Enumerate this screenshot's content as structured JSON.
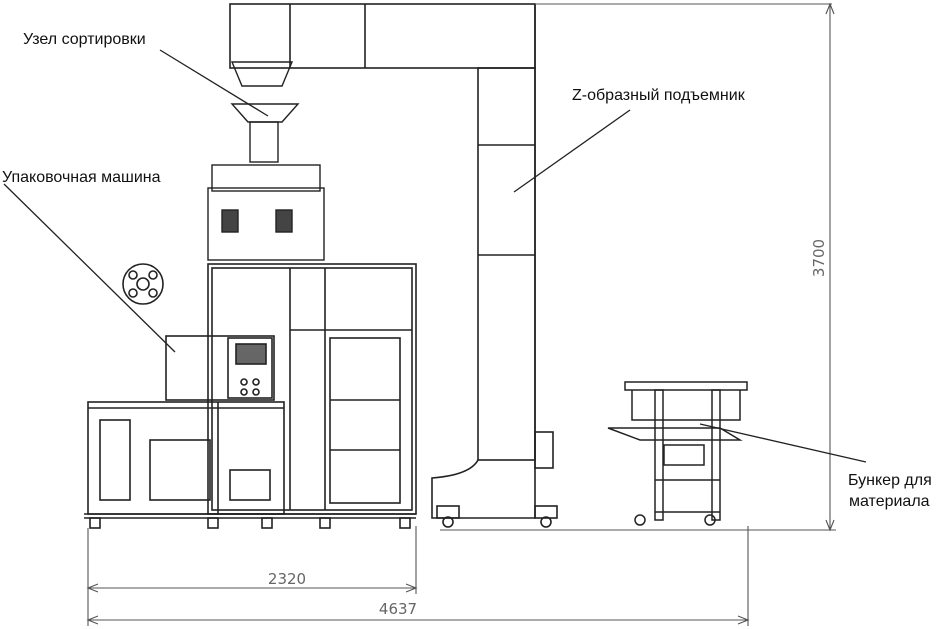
{
  "labels": {
    "sorting_unit": "Узел сортировки",
    "packing_machine": "Упаковочная машина",
    "z_elevator": "Z-образный подъемник",
    "hopper_line1": "Бункер для",
    "hopper_line2": "материала"
  },
  "dimensions": {
    "height": "3700",
    "width_packing": "2320",
    "width_total": "4637"
  },
  "colors": {
    "line": "#222222",
    "dimension_line": "#555555",
    "text": "#111111"
  }
}
